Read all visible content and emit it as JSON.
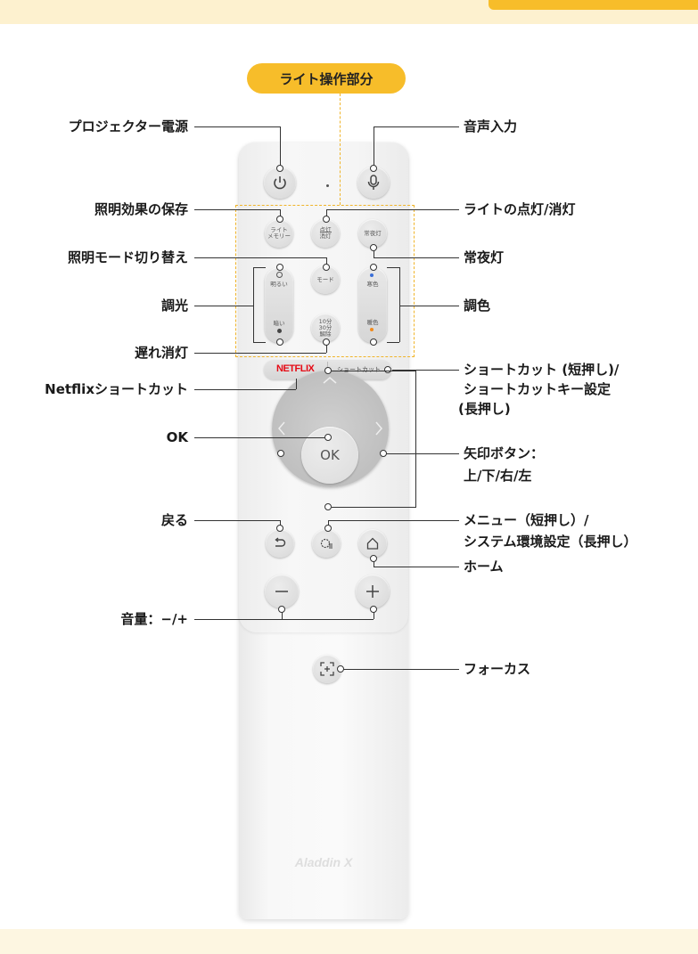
{
  "header_badge": "ライト操作部分",
  "labels": {
    "power": "プロジェクター電源",
    "save_effect": "照明効果の保存",
    "mode_switch": "照明モード切り替え",
    "dimming": "調光",
    "sleep_off": "遅れ消灯",
    "netflix_shortcut": "Netflixショートカット",
    "ok": "OK",
    "back": "戻る",
    "volume": "音量：−/+",
    "voice": "音声入力",
    "light_onoff": "ライトの点灯/消灯",
    "night_light": "常夜灯",
    "color_temp": "調色",
    "shortcut_line1": "ショートカット (短押し)/",
    "shortcut_line2": "ショートカットキー設定",
    "shortcut_line3": " (長押し)",
    "arrow_line1": "矢印ボタン：",
    "arrow_line2": "上/下/右/左",
    "menu_line1": "メニュー（短押し）/",
    "menu_line2": "システム環境設定（長押し）",
    "home": "ホーム",
    "focus": "フォーカス"
  },
  "buttons": {
    "light_memory_1": "ライト",
    "light_memory_2": "メモリー",
    "light_toggle_1": "点灯",
    "light_toggle_2": "消灯",
    "night_light": "常夜灯",
    "bright": "明るい",
    "dark": "暗い",
    "mode": "モード",
    "timer_1": "10分",
    "timer_2": "30分",
    "timer_3": "解除",
    "cold": "寒色",
    "warm": "暖色",
    "netflix": "NETFLIX",
    "shortcut": "ショートカット",
    "ok": "OK"
  },
  "brand": "Aladdin X",
  "colors": {
    "accent": "#f7bd2a",
    "netflix_red": "#e50914",
    "cold_dot": "#3b6fd8",
    "warm_dot": "#f08a1c"
  }
}
